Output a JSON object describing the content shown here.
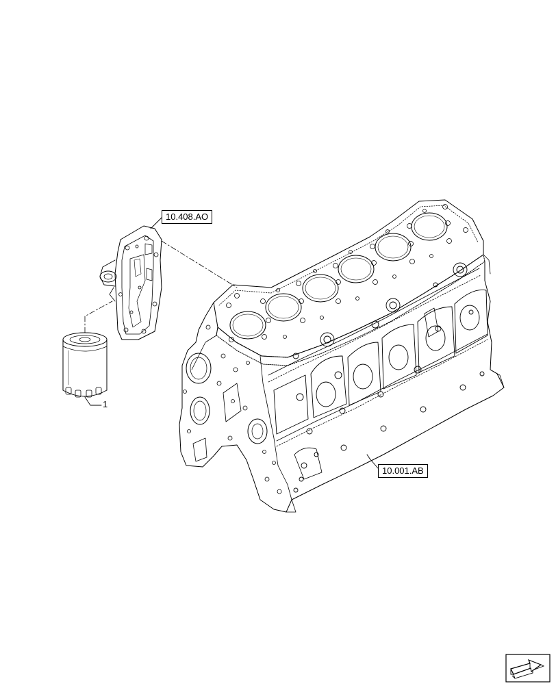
{
  "diagram": {
    "references": {
      "oil_filter_head": "10.408.AO",
      "engine_block": "10.001.AB"
    },
    "callouts": {
      "oil_filter": "1"
    },
    "icons": {
      "navigation": "arrow-next-page-icon"
    }
  }
}
